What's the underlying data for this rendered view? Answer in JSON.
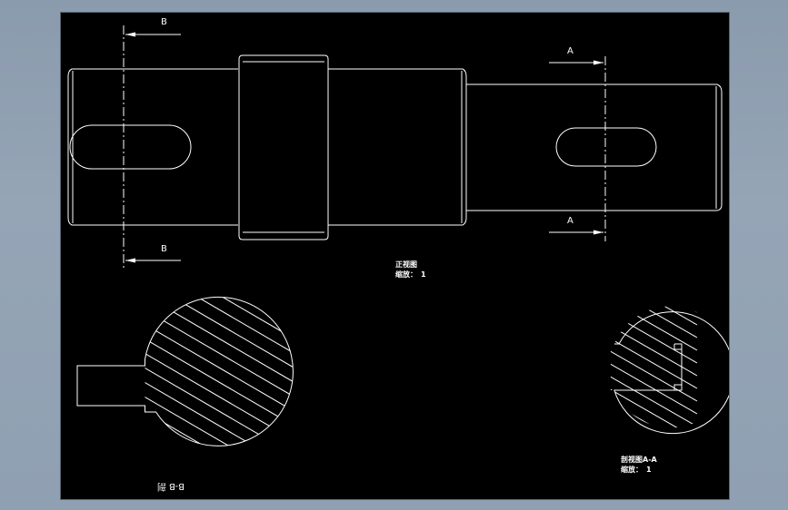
{
  "labels": {
    "section_b_top": "B",
    "section_b_bottom": "B",
    "section_a_top": "A",
    "section_a_bottom": "A",
    "front_view_title": "正视图",
    "front_view_scale_label": "缩放：",
    "front_view_scale_value": "1",
    "section_a_title": "剖视图A-A",
    "section_a_scale_label": "缩放：",
    "section_a_scale_value": "1",
    "section_b_caption": "B-B 剖"
  },
  "colors": {
    "canvas_bg": "#000000",
    "line": "#ffffff",
    "window_bg": "#8fa0b2"
  }
}
